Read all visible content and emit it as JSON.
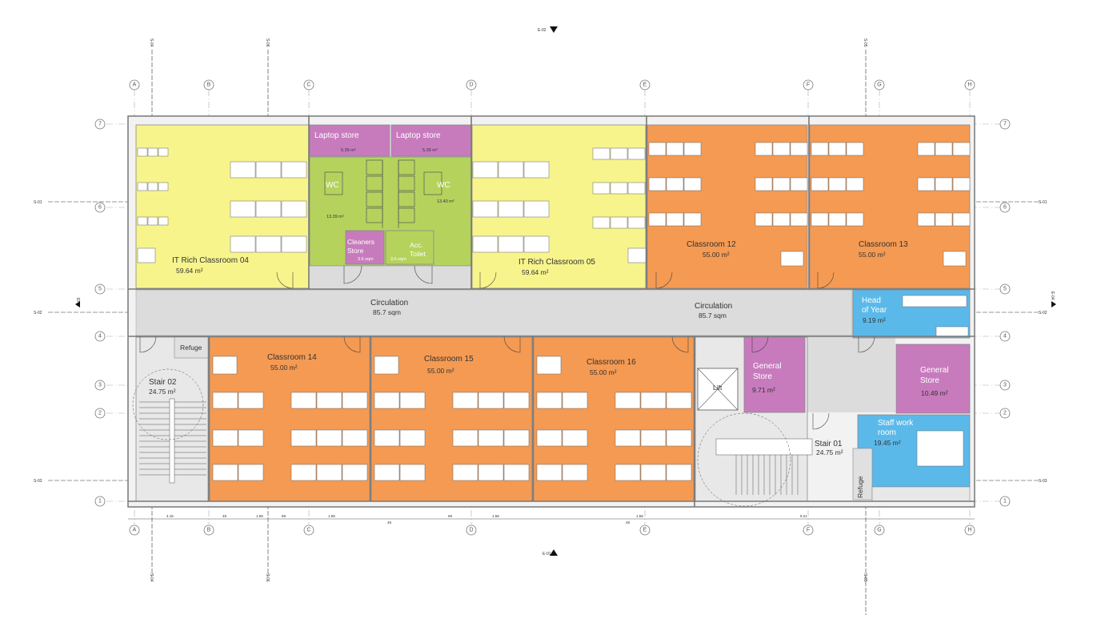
{
  "colors": {
    "it_room": "#f7f48c",
    "classroom": "#f59a52",
    "wc": "#b5d35c",
    "store": "#c77bbd",
    "staff": "#5bb9ea",
    "circulation": "#dcdcdc",
    "stair": "#e8e8e8",
    "wall": "#8a8a8a"
  },
  "rooms": {
    "it04": {
      "name": "IT Rich Classroom 04",
      "area": "59.64 m²"
    },
    "it05": {
      "name": "IT Rich Classroom 05",
      "area": "59.64 m²"
    },
    "laptop1": {
      "name": "Laptop store",
      "area": "5.39 m²"
    },
    "laptop2": {
      "name": "Laptop store",
      "area": "5.39 m²"
    },
    "wc1": {
      "name": "WC",
      "area": "13.39 m²"
    },
    "wc2": {
      "name": "WC",
      "area": "13.40 m²"
    },
    "cleaners": {
      "name1": "Cleaners",
      "name2": "Store",
      "area": "3.6 sqm"
    },
    "acc_toilet": {
      "name1": "Acc.",
      "name2": "Toilet",
      "area": "3.6 sqm"
    },
    "cr12": {
      "name": "Classroom 12",
      "area": "55.00 m²"
    },
    "cr13": {
      "name": "Classroom 13",
      "area": "55.00 m²"
    },
    "cr14": {
      "name": "Classroom 14",
      "area": "55.00 m²"
    },
    "cr15": {
      "name": "Classroom 15",
      "area": "55.00 m²"
    },
    "cr16": {
      "name": "Classroom 16",
      "area": "55.00 m²"
    },
    "circ1": {
      "name": "Circulation",
      "area": "85.7 sqm"
    },
    "circ2": {
      "name": "Circulation",
      "area": "85.7 sqm"
    },
    "head_year": {
      "name1": "Head",
      "name2": "of Year",
      "area": "9.19 m²"
    },
    "gen_store1": {
      "name1": "General",
      "name2": "Store",
      "area": "9.71 m²"
    },
    "gen_store2": {
      "name1": "General",
      "name2": "Store",
      "area": "10.49 m²"
    },
    "staff_work": {
      "name1": "Staff work",
      "name2": "room",
      "area": "19.45 m²"
    },
    "stair02": {
      "name": "Stair 02",
      "area": "24.75 m²"
    },
    "stair01": {
      "name": "Stair 01",
      "area": "24.75 m²"
    },
    "lift": {
      "name": "Lift"
    },
    "refuge1": {
      "name": "Refuge"
    },
    "refuge2": {
      "name": "Refuge"
    }
  },
  "grid": {
    "columns": [
      "A",
      "B",
      "C",
      "D",
      "E",
      "F",
      "G",
      "H"
    ],
    "rows": [
      "7",
      "6",
      "5",
      "4",
      "3",
      "2",
      "1"
    ]
  },
  "section_marks": {
    "top": "E-02",
    "bottom": "E-01",
    "left": "E-03",
    "right": "E-04",
    "s04": "S-04",
    "s06": "S-06",
    "s05": "S-05",
    "s01": "S-01",
    "s02": "S-02",
    "s03": "S-03"
  },
  "dimensions": {
    "d1": "4.15",
    "d2": "9.21",
    "d_small": "1.58",
    "d_48": "48",
    "d_69": "69"
  }
}
